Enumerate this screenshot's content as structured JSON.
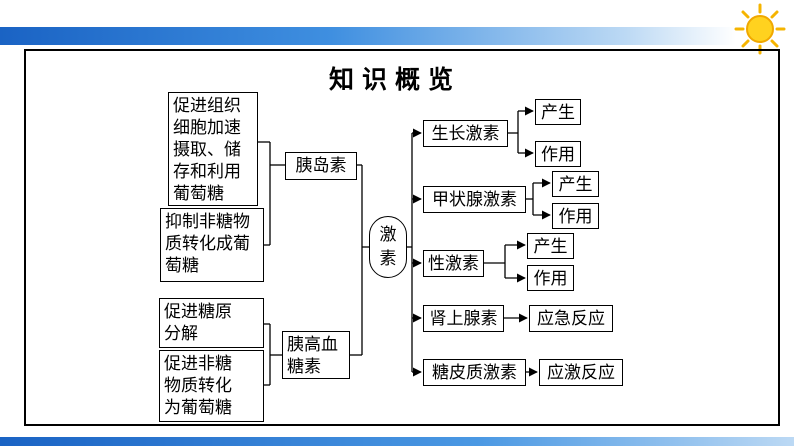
{
  "title": "知识概览",
  "center": "激\n素",
  "left": {
    "insulin": {
      "label": "胰岛素",
      "effects": [
        "促进组织\n细胞加速\n摄取、储\n存和利用\n葡萄糖",
        "抑制非糖物\n质转化成葡\n萄糖"
      ]
    },
    "glucagon": {
      "label": "胰高血\n糖素",
      "effects": [
        "促进糖原\n分解",
        "促进非糖\n物质转化\n为葡萄糖"
      ]
    }
  },
  "right": [
    {
      "label": "生长激素",
      "children": [
        "产生",
        "作用"
      ]
    },
    {
      "label": "甲状腺激素",
      "children": [
        "产生",
        "作用"
      ]
    },
    {
      "label": "性激素",
      "children": [
        "产生",
        "作用"
      ]
    },
    {
      "label": "肾上腺素",
      "children": [
        "应急反应"
      ]
    },
    {
      "label": "糖皮质激素",
      "children": [
        "应激反应"
      ]
    }
  ]
}
